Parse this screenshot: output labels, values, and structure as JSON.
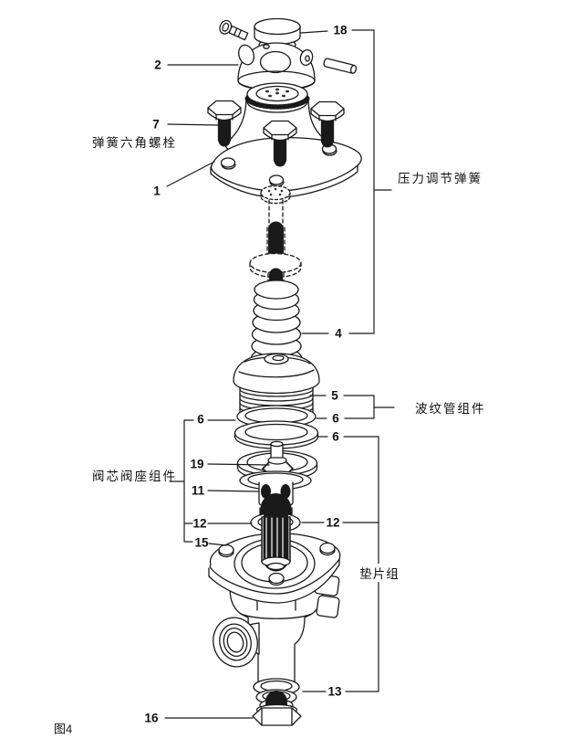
{
  "diagram": {
    "caption": "图4",
    "background": "#ffffff",
    "line_color": "#1a1a1a",
    "callouts": {
      "n18": "18",
      "n2": "2",
      "n7": "7",
      "n1": "1",
      "n4": "4",
      "n5": "5",
      "n6_right": "6",
      "n6_left": "6",
      "n6_lower": "6",
      "n19": "19",
      "n11": "11",
      "n12_left": "12",
      "n12_right": "12",
      "n15": "15",
      "n13": "13",
      "n16": "16"
    },
    "group_labels": {
      "spring_hex_bolt": "弹簧六角螺栓",
      "pressure_adjusting_spring": "压力调节弹簧",
      "bellows_assembly": "波纹管组件",
      "valve_core_seat_assembly": "阀芯阀座组件",
      "gasket_set": "垫片组"
    }
  }
}
